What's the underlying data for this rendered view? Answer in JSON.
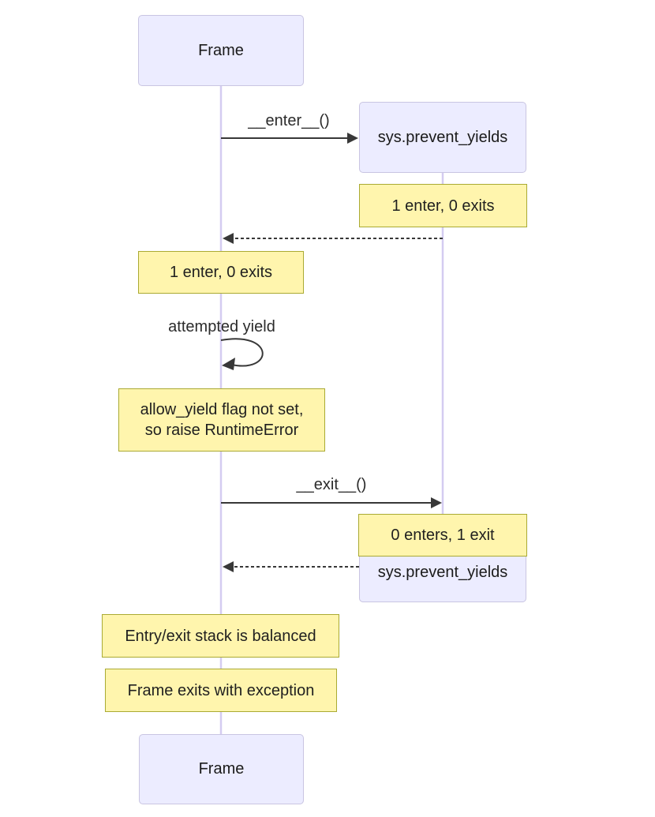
{
  "diagram": {
    "type": "sequence-diagram",
    "actors": {
      "frame_top": "Frame",
      "sys_top": "sys.prevent_yields",
      "sys_bottom": "sys.prevent_yields",
      "frame_bottom": "Frame"
    },
    "messages": {
      "enter": "__enter__()",
      "attempted_yield": "attempted yield",
      "exit": "__exit__()"
    },
    "notes": {
      "sys_after_enter": "1 enter, 0 exits",
      "frame_after_enter": "1 enter, 0 exits",
      "frame_yield_blocked_line1": "allow_yield flag not set,",
      "frame_yield_blocked_line2": "so raise RuntimeError",
      "sys_after_exit": "0 enters, 1 exit",
      "stack_balanced": "Entry/exit stack is balanced",
      "frame_exception": "Frame exits with exception"
    },
    "colors": {
      "actor_fill": "#ECECFF",
      "actor_border": "#c9c5e2",
      "note_fill": "#fff5ad",
      "note_border": "#aaaa33",
      "lifeline": "#d4ccf1",
      "arrow": "#383838",
      "text": "#1f1f1f"
    }
  }
}
